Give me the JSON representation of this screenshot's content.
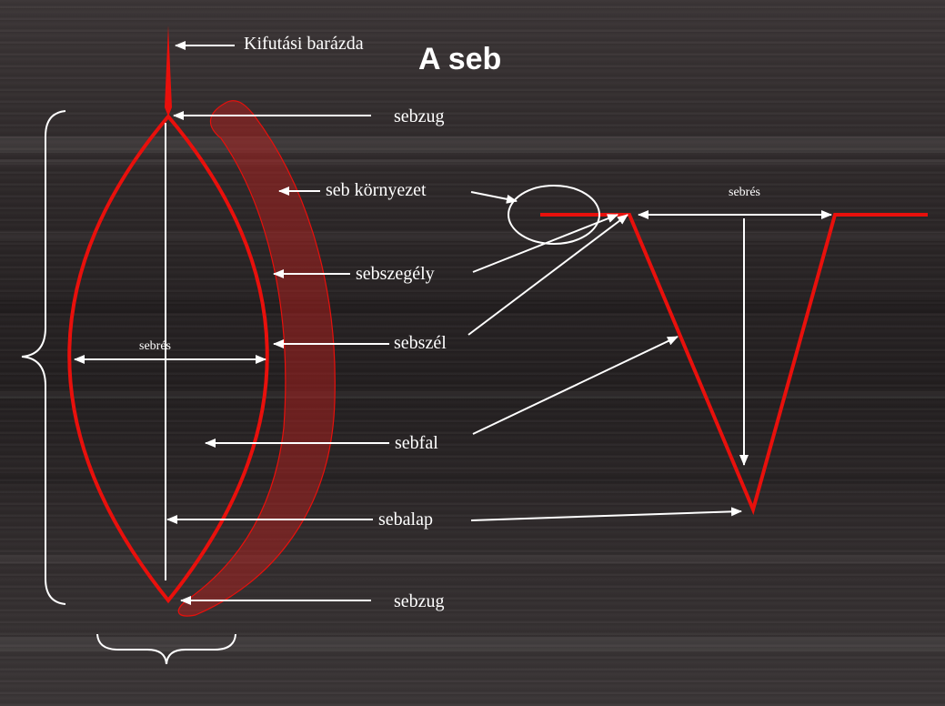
{
  "title": "A seb",
  "labels": {
    "kifutasi_barazda": "Kifutási barázda",
    "sebzug_top": "sebzug",
    "seb_kornyezet": "seb környezet",
    "sebszegely": "sebszegély",
    "sebszel": "sebszél",
    "sebfal": "sebfal",
    "sebalap": "sebalap",
    "sebzug_bottom": "sebzug",
    "sebres_left": "sebrés",
    "sebres_right": "sebrés"
  },
  "colors": {
    "wound_line": "#e8100c",
    "halo_fill": "#c0201c",
    "text": "#ffffff",
    "background": "#2a2627"
  }
}
